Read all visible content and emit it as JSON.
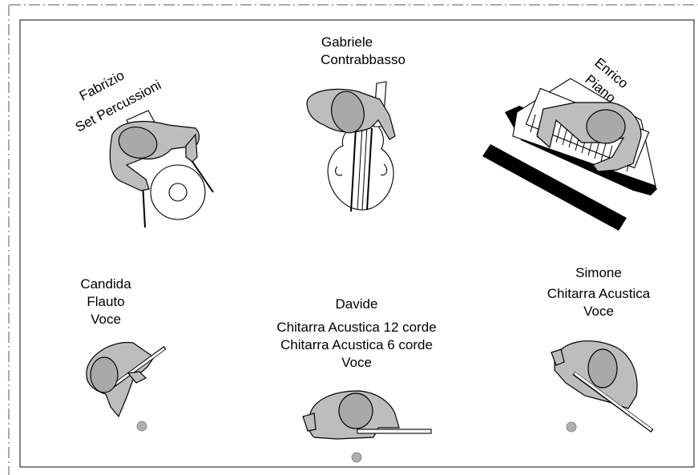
{
  "musicians": {
    "fabrizio": {
      "name": "Fabrizio",
      "instrument": "Set Percussioni"
    },
    "gabriele": {
      "name": "Gabriele",
      "instrument": "Contrabbasso"
    },
    "enrico": {
      "name": "Enrico",
      "instrument": "Piano"
    },
    "candida": {
      "name": "Candida",
      "instrument": "Flauto",
      "role": "Voce"
    },
    "davide": {
      "name": "Davide",
      "instrument": "Chitarra Acustica 12 corde",
      "instrument2": "Chitarra Acustica 6 corde",
      "role": "Voce"
    },
    "simone": {
      "name": "Simone",
      "instrument": "Chitarra Acustica",
      "role": "Voce"
    }
  }
}
